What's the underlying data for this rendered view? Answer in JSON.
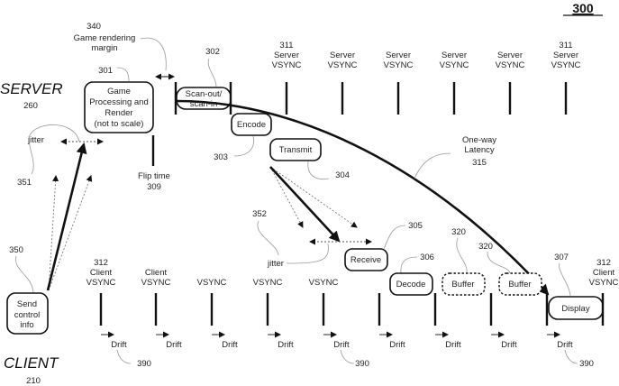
{
  "figure_number": "300",
  "server": {
    "label": "SERVER",
    "ref": "260"
  },
  "client": {
    "label": "CLIENT",
    "ref": "210"
  },
  "server_boxes": {
    "game": {
      "ref": "301",
      "lines": [
        "Game",
        "Processing and",
        "Render",
        "(not to scale)"
      ]
    },
    "scanout": {
      "ref": "302",
      "lines": [
        "Scan-out/",
        "scan-in"
      ]
    },
    "encode": {
      "ref": "303",
      "label": "Encode"
    },
    "transmit": {
      "ref": "304",
      "label": "Transmit"
    }
  },
  "game_margin": {
    "ref": "340",
    "lines": [
      "Game rendering",
      "margin"
    ]
  },
  "flip_time": {
    "label": "Flip time",
    "ref": "309"
  },
  "server_vsync": [
    {
      "ref": "311",
      "lines": [
        "Server",
        "VSYNC"
      ]
    },
    {
      "ref": "",
      "lines": [
        "Server",
        "VSYNC"
      ]
    },
    {
      "ref": "",
      "lines": [
        "Server",
        "VSYNC"
      ]
    },
    {
      "ref": "",
      "lines": [
        "Server",
        "VSYNC"
      ]
    },
    {
      "ref": "",
      "lines": [
        "Server",
        "VSYNC"
      ]
    },
    {
      "ref": "311",
      "lines": [
        "Server",
        "VSYNC"
      ]
    }
  ],
  "latency": {
    "lines": [
      "One-way",
      "Latency"
    ],
    "ref": "315"
  },
  "jitter_server": {
    "label": "jitter",
    "ref": "351"
  },
  "jitter_client": {
    "label": "jitter",
    "ref": "352"
  },
  "client_boxes": {
    "send": {
      "ref": "350",
      "lines": [
        "Send",
        "control",
        "info"
      ]
    },
    "receive": {
      "ref": "305",
      "label": "Receive"
    },
    "decode": {
      "ref": "306",
      "label": "Decode"
    },
    "buffer1": {
      "ref": "320",
      "label": "Buffer"
    },
    "buffer2": {
      "ref": "320",
      "label": "Buffer"
    },
    "display": {
      "ref": "307",
      "label": "Display"
    }
  },
  "client_vsync": [
    {
      "ref": "312",
      "lines": [
        "Client",
        "VSYNC"
      ]
    },
    {
      "ref": "",
      "lines": [
        "Client",
        "VSYNC"
      ]
    },
    {
      "ref": "",
      "lines": [
        "",
        "VSYNC"
      ]
    },
    {
      "ref": "",
      "lines": [
        "",
        "VSYNC"
      ]
    },
    {
      "ref": "",
      "lines": [
        "",
        "VSYNC"
      ]
    },
    {
      "ref": "312",
      "lines": [
        "Client",
        "VSYNC"
      ]
    }
  ],
  "drift": {
    "label": "Drift",
    "ref": "390",
    "count": 9
  }
}
